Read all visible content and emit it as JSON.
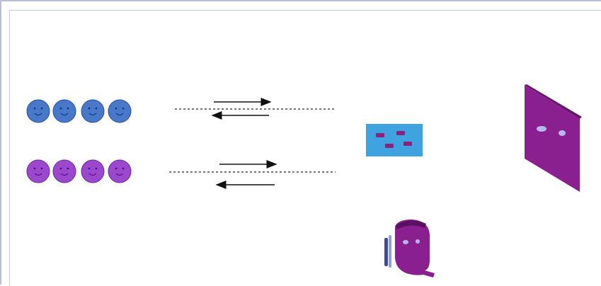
{
  "diagram": {
    "rows": [
      {
        "id": "blue",
        "ball_color": "#4a78c8",
        "ball_count": 4
      },
      {
        "id": "purple",
        "ball_color": "#9a48cc",
        "ball_count": 4
      }
    ],
    "colors": {
      "arrow": "#111111",
      "dashed_line": "#222222",
      "card_bg": "#3ea3df",
      "card_marks": "#8a2080",
      "panel": "#8a2090",
      "panel_dots": "#b8b8f0",
      "figure": "#8a2090"
    },
    "icons": [
      "blue-smiley-ball-icon",
      "purple-smiley-ball-icon",
      "blue-card-icon",
      "purple-panel-icon",
      "purple-figure-icon"
    ]
  }
}
